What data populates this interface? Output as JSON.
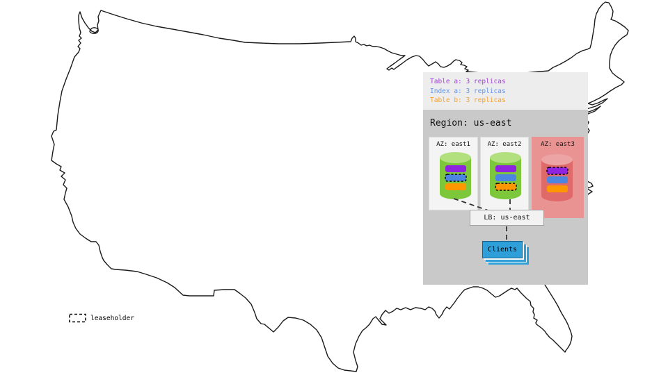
{
  "legend": {
    "items": [
      {
        "name": "table-a",
        "label": "Table a: 3 replicas",
        "color": "#a044d4"
      },
      {
        "name": "index-a",
        "label": "Index a: 3 replicas",
        "color": "#6495ed"
      },
      {
        "name": "table-b",
        "label": "Table b: 3 replicas",
        "color": "#f5a333"
      }
    ]
  },
  "region": {
    "title": "Region: us-east",
    "azs": [
      {
        "label": "AZ: east1",
        "highlighted": false,
        "leaseholder": "index-a"
      },
      {
        "label": "AZ: east2",
        "highlighted": false,
        "leaseholder": "table-b"
      },
      {
        "label": "AZ: east3",
        "highlighted": true,
        "leaseholder": "table-a"
      }
    ],
    "lb": {
      "label": "LB: us-east"
    },
    "clients": {
      "label": "Clients"
    }
  },
  "map_legend": {
    "label": "leaseholder"
  },
  "colors": {
    "replica_table_a": "#8f24e0",
    "replica_index_a": "#4d86e0",
    "replica_table_b": "#ff9800",
    "cylinder_green": "#7dc83a",
    "cylinder_green_top": "#b2e07e",
    "cylinder_red": "#e06a6a",
    "cylinder_red_top": "#eda4a4",
    "az_highlight_bg": "#ea9393",
    "clients_blue": "#2e9fd9",
    "legend_bg": "#ededed",
    "region_bg": "#c9c9c9"
  }
}
